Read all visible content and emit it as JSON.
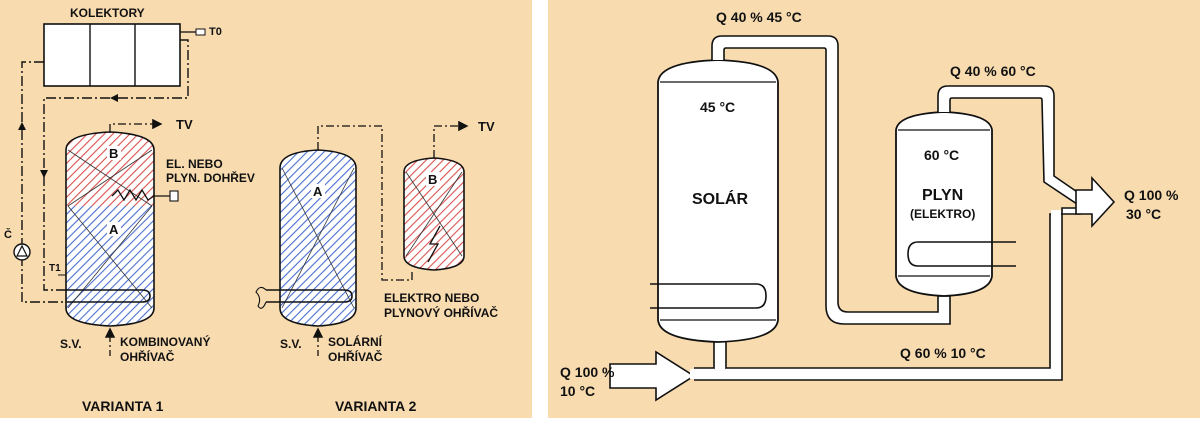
{
  "colors": {
    "panel_left_bg": "#f8dcb0",
    "panel_right_bg": "#f8dcb0",
    "hatch_red": "#d9534f",
    "hatch_blue": "#4a6fd0",
    "ink": "#111111",
    "pipe_fill": "#ffffff"
  },
  "left": {
    "kolektory": "KOLEKTORY",
    "t0": "T0",
    "tv1": "TV",
    "tv2": "TV",
    "b1": "B",
    "a1": "A",
    "el_line1": "EL. NEBO",
    "el_line2": "PLYN. DOHŘEV",
    "pump": "Č",
    "t1": "T1",
    "sv1": "S.V.",
    "komb_line1": "KOMBINOVANÝ",
    "komb_line2": "OHŘÍVAČ",
    "a2": "A",
    "b2": "B",
    "sv2": "S.V.",
    "sol_line1": "SOLÁRNÍ",
    "sol_line2": "OHŘÍVAČ",
    "elektro_line1": "ELEKTRO NEBO",
    "elektro_line2": "PLYNOVÝ OHŘÍVAČ",
    "var1": "VARIANTA  1",
    "var2": "VARIANTA  2"
  },
  "right": {
    "q_top": "Q 40 % 45 °C",
    "q_mid": "Q 40 % 60 °C",
    "temp_solar": "45 °C",
    "solar": "SOLÁR",
    "temp_gas": "60 °C",
    "plyn": "PLYN",
    "elektro": "(ELEKTRO)",
    "out_line1": "Q 100 %",
    "out_line2": "30 °C",
    "in_line1": "Q 100 %",
    "in_line2": "10 °C",
    "q_bottom": "Q 60 % 10 °C"
  },
  "icons": [
    "pump-icon",
    "heating-coil-icon",
    "flow-arrow-icon",
    "electric-heater-icon"
  ]
}
